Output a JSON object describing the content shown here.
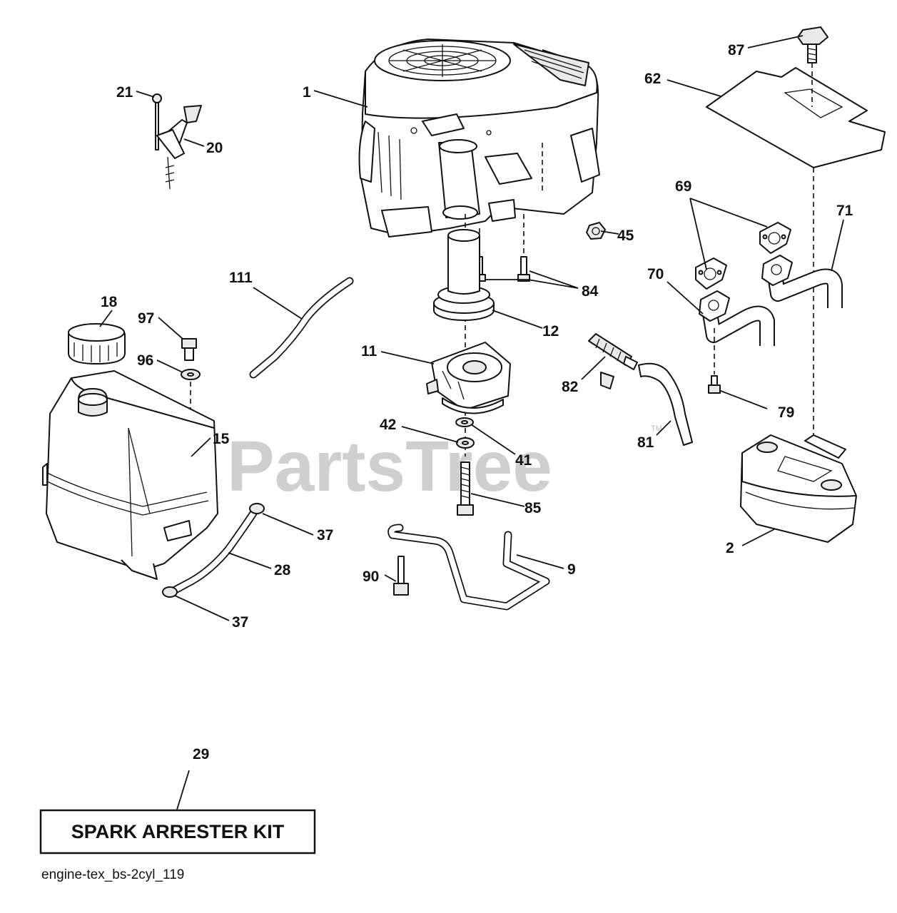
{
  "watermark": {
    "text": "PartsTree",
    "trademark": "TM"
  },
  "callouts": {
    "c1": "1",
    "c2": "2",
    "c9": "9",
    "c11": "11",
    "c12": "12",
    "c15": "15",
    "c18": "18",
    "c20": "20",
    "c21": "21",
    "c28": "28",
    "c29": "29",
    "c37a": "37",
    "c37b": "37",
    "c41": "41",
    "c42": "42",
    "c45": "45",
    "c62": "62",
    "c69": "69",
    "c70": "70",
    "c71": "71",
    "c79": "79",
    "c81": "81",
    "c82": "82",
    "c84": "84",
    "c85": "85",
    "c87": "87",
    "c90": "90",
    "c96": "96",
    "c97": "97",
    "c111": "111"
  },
  "kit_box": {
    "label": "SPARK ARRESTER KIT"
  },
  "diagram_id": "engine-tex_bs-2cyl_119"
}
